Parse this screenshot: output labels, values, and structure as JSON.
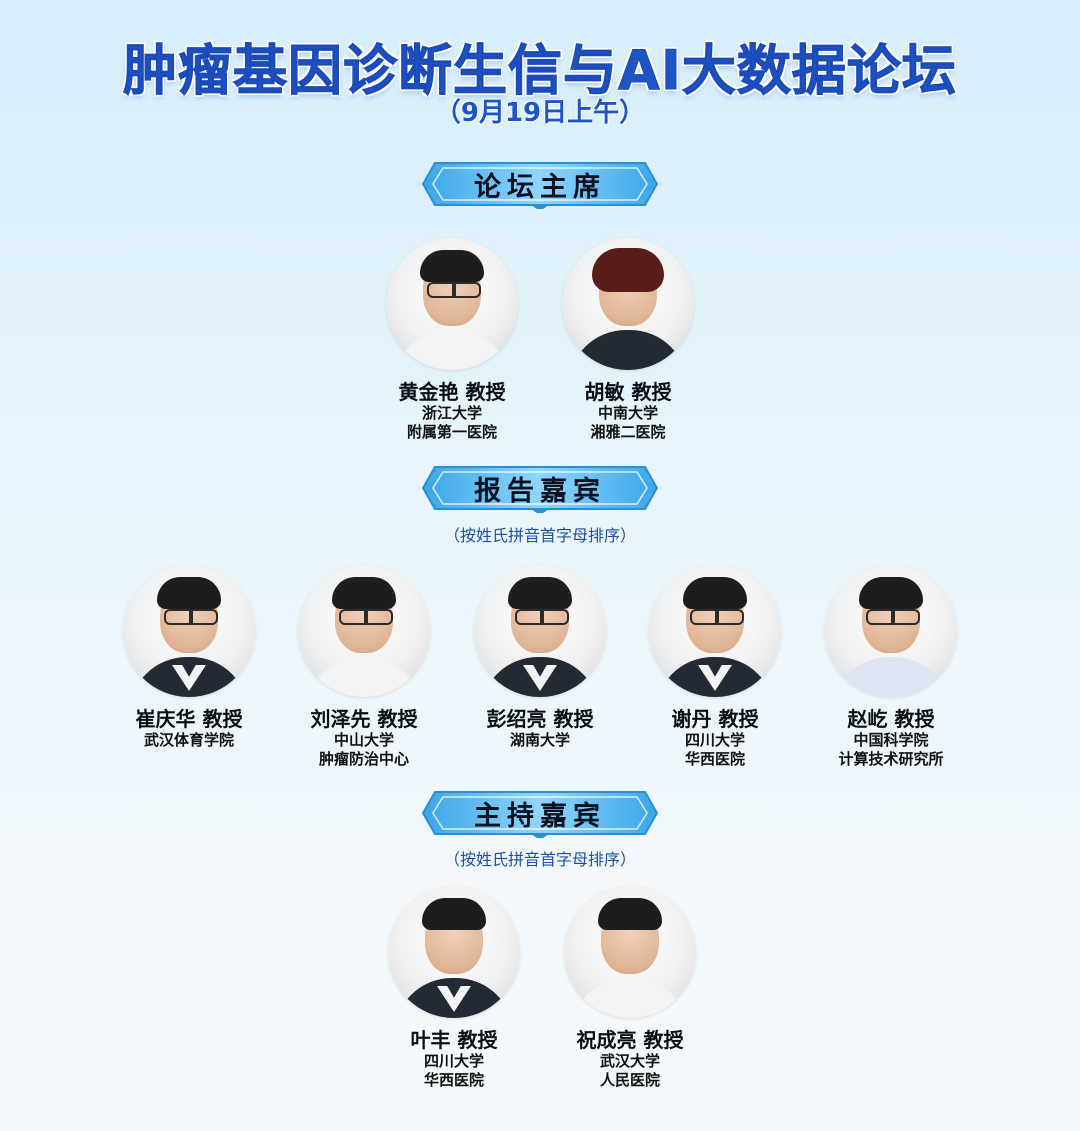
{
  "title": "肿瘤基因诊断生信与AI大数据论坛",
  "subtitle": "（9月19日上午）",
  "sections": {
    "chairs": {
      "label": "论坛主席"
    },
    "speakers": {
      "label": "报告嘉宾",
      "note": "（按姓氏拼音首字母排序）"
    },
    "hosts": {
      "label": "主持嘉宾",
      "note": "（按姓氏拼音首字母排序）"
    }
  },
  "chairs": [
    {
      "name": "黄金艳 教授",
      "aff1": "浙江大学",
      "aff2": "附属第一医院"
    },
    {
      "name": "胡敏 教授",
      "aff1": "中南大学",
      "aff2": "湘雅二医院"
    }
  ],
  "speakers": [
    {
      "name": "崔庆华 教授",
      "aff1": "武汉体育学院",
      "aff2": ""
    },
    {
      "name": "刘泽先 教授",
      "aff1": "中山大学",
      "aff2": "肿瘤防治中心"
    },
    {
      "name": "彭绍亮 教授",
      "aff1": "湖南大学",
      "aff2": ""
    },
    {
      "name": "谢丹 教授",
      "aff1": "四川大学",
      "aff2": "华西医院"
    },
    {
      "name": "赵屹 教授",
      "aff1": "中国科学院",
      "aff2": "计算技术研究所"
    }
  ],
  "hosts": [
    {
      "name": "叶丰 教授",
      "aff1": "四川大学",
      "aff2": "华西医院"
    },
    {
      "name": "祝成亮 教授",
      "aff1": "武汉大学",
      "aff2": "人民医院"
    }
  ],
  "colors": {
    "title": "#1f53c8",
    "banner": "#4fb3ea",
    "note": "#1f4fa3"
  }
}
